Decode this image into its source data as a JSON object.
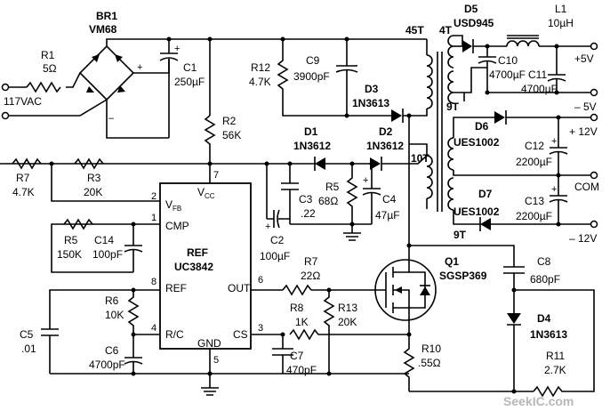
{
  "bridge": {
    "ref": "BR1",
    "part": "VM68"
  },
  "r1": {
    "ref": "R1",
    "value": "5Ω"
  },
  "input": {
    "label": "117VAC"
  },
  "c1": {
    "ref": "C1",
    "value": "250µF"
  },
  "r2": {
    "ref": "R2",
    "value": "56K"
  },
  "r12": {
    "ref": "R12",
    "value": "4.7K"
  },
  "c9": {
    "ref": "C9",
    "value": "3900pF"
  },
  "d3": {
    "ref": "D3",
    "part": "1N3613"
  },
  "transformer": {
    "t45": "45T",
    "t4": "4T",
    "t9a": "9T",
    "t10": "10T",
    "t9b": "9T"
  },
  "d5": {
    "ref": "D5",
    "part": "USD945"
  },
  "l1": {
    "ref": "L1",
    "value": "10µH"
  },
  "c10": {
    "ref": "C10",
    "value": "4700µF"
  },
  "c11": {
    "ref": "C11",
    "value": "4700µF"
  },
  "outputs": {
    "p5": "+5V",
    "m5": "– 5V",
    "p12": "+ 12V",
    "com": "COM",
    "m12": "– 12V"
  },
  "d6": {
    "ref": "D6",
    "part": "UES1002"
  },
  "c12": {
    "ref": "C12",
    "value": "2200µF"
  },
  "d7": {
    "ref": "D7",
    "part": "UES1002"
  },
  "c13": {
    "ref": "C13",
    "value": "2200µF"
  },
  "d1": {
    "ref": "D1",
    "part": "1N3612"
  },
  "d2": {
    "ref": "D2",
    "part": "1N3612"
  },
  "r7": {
    "ref": "R7",
    "value": "4.7K"
  },
  "r3": {
    "ref": "R3",
    "value": "20K"
  },
  "c3": {
    "ref": "C3",
    "value": ".22"
  },
  "r5b": {
    "ref": "R5",
    "value": "68Ω"
  },
  "c4": {
    "ref": "C4",
    "value": "47µF"
  },
  "c2": {
    "ref": "C2",
    "value": "100µF"
  },
  "ic": {
    "ref": "REF",
    "part": "UC3842",
    "vfb": "V",
    "vfb_sub": "FB",
    "cmp": "CMP",
    "vcc": "V",
    "vcc_sub": "CC",
    "out": "OUT",
    "rc": "R/C",
    "gnd": "GND",
    "cs": "CS",
    "p1": "1",
    "p2": "2",
    "p3": "3",
    "p4": "4",
    "p5": "5",
    "p6": "6",
    "p7": "7",
    "p8": "8"
  },
  "r5": {
    "ref": "R5",
    "value": "150K"
  },
  "c14": {
    "ref": "C14",
    "value": "100pF"
  },
  "r7g": {
    "ref": "R7",
    "value": "22Ω"
  },
  "q1": {
    "ref": "Q1",
    "part": "SGSP369"
  },
  "c8": {
    "ref": "C8",
    "value": "680pF"
  },
  "d4": {
    "ref": "D4",
    "part": "1N3613"
  },
  "r6": {
    "ref": "R6",
    "value": "10K"
  },
  "c5": {
    "ref": "C5",
    "value": ".01"
  },
  "c6": {
    "ref": "C6",
    "value": "4700pF"
  },
  "r8": {
    "ref": "R8",
    "value": "1K"
  },
  "r13": {
    "ref": "R13",
    "value": "20K"
  },
  "c7": {
    "ref": "C7",
    "value": "470pF"
  },
  "r10": {
    "ref": "R10",
    "value": ".55Ω"
  },
  "r11": {
    "ref": "R11",
    "value": "2.7K"
  },
  "watermark": "SeekIC.com"
}
